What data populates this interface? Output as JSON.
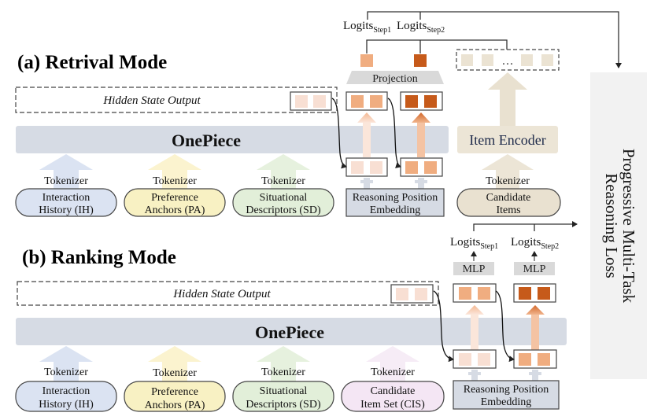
{
  "colors": {
    "backbone": "#d6dbe4",
    "ih_fill": "#dbe3f2",
    "pa_fill": "#f8f1c3",
    "sd_fill": "#e2efd9",
    "cis_fill": "#f4e6f4",
    "ci_fill": "#e9e1d0",
    "orange_light": "#f8dfd3",
    "orange_mid": "#f0ad80",
    "orange_dark": "#c65a1a",
    "beige_token": "#ebe3d3",
    "rpe_fill": "#d6dbe4",
    "projection": "#d9d9d9",
    "mlp": "#d9d9d9",
    "loss_fill": "#f2f2f2"
  },
  "retrieval": {
    "title": "(a) Retrival Mode",
    "hidden_state_label": "Hidden State Output",
    "backbone_label": "OnePiece",
    "tokenizer_label": "Tokenizer",
    "inputs": [
      {
        "line1": "Interaction",
        "line2": "History (IH)"
      },
      {
        "line1": "Preference",
        "line2": "Anchors (PA)"
      },
      {
        "line1": "Situational",
        "line2": "Descriptors (SD)"
      }
    ],
    "rpe": {
      "line1": "Reasoning Position",
      "line2": "Embedding"
    },
    "projection_label": "Projection",
    "logits": [
      {
        "main": "Logits",
        "sub": "Step1"
      },
      {
        "main": "Logits",
        "sub": "Step2"
      }
    ],
    "item_encoder_label": "Item Encoder",
    "candidate": {
      "line1": "Candidate",
      "line2": "Items"
    },
    "ellipsis": "…"
  },
  "ranking": {
    "title": "(b) Ranking Mode",
    "hidden_state_label": "Hidden State Output",
    "backbone_label": "OnePiece",
    "tokenizer_label": "Tokenizer",
    "inputs": [
      {
        "line1": "Interaction",
        "line2": "History (IH)"
      },
      {
        "line1": "Preference",
        "line2": "Anchors (PA)"
      },
      {
        "line1": "Situational",
        "line2": "Descriptors (SD)"
      },
      {
        "line1": "Candidate",
        "line2": "Item Set (CIS)"
      }
    ],
    "rpe": {
      "line1": "Reasoning Position",
      "line2": "Embedding"
    },
    "mlp_label": "MLP",
    "logits": [
      {
        "main": "Logits",
        "sub": "Step1"
      },
      {
        "main": "Logits",
        "sub": "Step2"
      }
    ]
  },
  "loss": {
    "line1": "Progressive Multi-Task",
    "line2": "Reasoning Loss"
  }
}
